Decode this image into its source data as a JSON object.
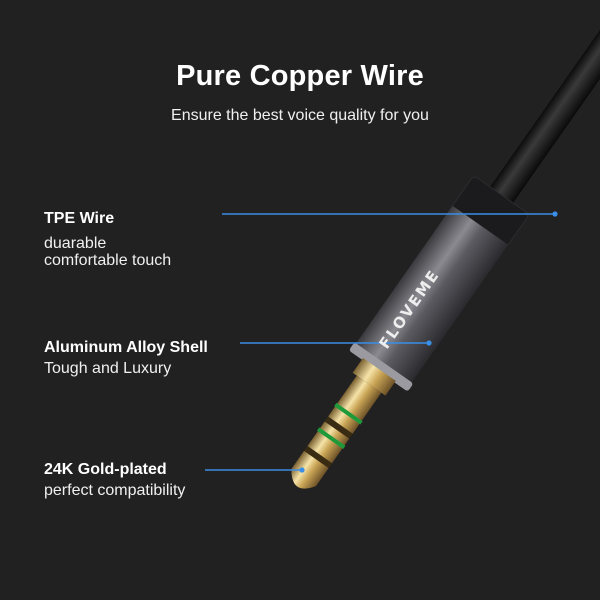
{
  "header": {
    "title": "Pure Copper Wire",
    "subtitle": "Ensure the best voice quality for you"
  },
  "features": [
    {
      "title": "TPE Wire",
      "description": "duarable\ncomfortable touch",
      "pointer_target": "cable"
    },
    {
      "title": "Aluminum Alloy Shell",
      "description": "Tough and Luxury",
      "pointer_target": "shell"
    },
    {
      "title": "24K Gold-plated",
      "description": "perfect compatibility",
      "pointer_target": "plug-tip"
    }
  ],
  "product": {
    "brand_text": "FLOVEME",
    "type": "3.5mm audio jack"
  },
  "colors": {
    "background": "#212121",
    "pointer_line": "#3a8ee6",
    "ring_accent": "#1f9a3a",
    "gold": "#d8b868",
    "shell": "#6a6a70"
  }
}
